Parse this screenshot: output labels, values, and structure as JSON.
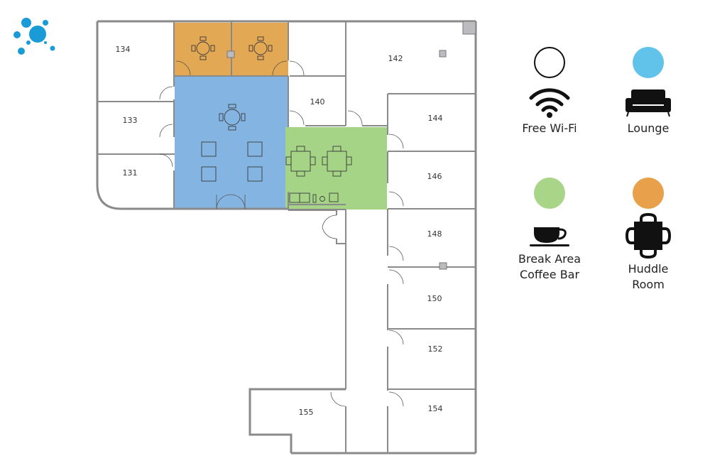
{
  "logo": {
    "name": "bubbles-logo",
    "color": "#1a9bd7"
  },
  "floorplan": {
    "colors": {
      "lounge": "#84b5e2",
      "break_area": "#a6d486",
      "huddle": "#e2a853",
      "wall": "#8a8a8a",
      "wall_fill": "#c8c8c8"
    },
    "rooms": [
      {
        "id": "134",
        "label": "134"
      },
      {
        "id": "133",
        "label": "133"
      },
      {
        "id": "131",
        "label": "131"
      },
      {
        "id": "140",
        "label": "140"
      },
      {
        "id": "142",
        "label": "142"
      },
      {
        "id": "144",
        "label": "144"
      },
      {
        "id": "146",
        "label": "146"
      },
      {
        "id": "148",
        "label": "148"
      },
      {
        "id": "150",
        "label": "150"
      },
      {
        "id": "152",
        "label": "152"
      },
      {
        "id": "154",
        "label": "154"
      },
      {
        "id": "155",
        "label": "155"
      }
    ]
  },
  "legend": [
    {
      "key": "wifi",
      "label_lines": [
        "Free Wi-Fi"
      ],
      "swatch_color": "#ffffff",
      "swatch_border": "#111111",
      "icon": "wifi-icon"
    },
    {
      "key": "lounge",
      "label_lines": [
        "Lounge"
      ],
      "swatch_color": "#62c3ea",
      "icon": "sofa-icon"
    },
    {
      "key": "break",
      "label_lines": [
        "Break Area",
        "Coffee Bar"
      ],
      "swatch_color": "#a8d588",
      "icon": "coffee-cup-icon"
    },
    {
      "key": "huddle",
      "label_lines": [
        "Huddle",
        "Room"
      ],
      "swatch_color": "#e8a04a",
      "icon": "table-chairs-icon"
    }
  ]
}
